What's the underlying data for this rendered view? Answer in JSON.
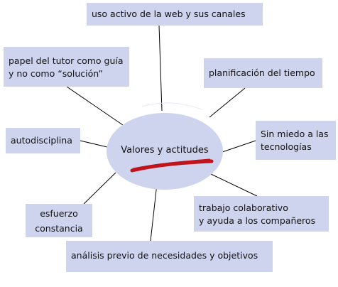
{
  "diagram": {
    "center": "Valores y actitudes",
    "nodes": {
      "web": [
        "uso activo de la web y sus canales"
      ],
      "tutor": [
        "papel del tutor como guía",
        "y no como “solución”"
      ],
      "plan": [
        "planificación del tiempo"
      ],
      "auto": [
        "autodisciplina"
      ],
      "miedo": [
        "Sin miedo a las",
        "tecnologías"
      ],
      "trabajo": [
        "trabajo colaborativo",
        "y ayuda a los compañeros"
      ],
      "esfuerzo": [
        "esfuerzo",
        "constancia"
      ],
      "analisis": [
        "análisis previo de necesidades y objetivos"
      ]
    }
  },
  "colors": {
    "box_fill": "#ced4ee",
    "underline_stroke": "#c0141a",
    "connector_stroke": "#000000"
  }
}
